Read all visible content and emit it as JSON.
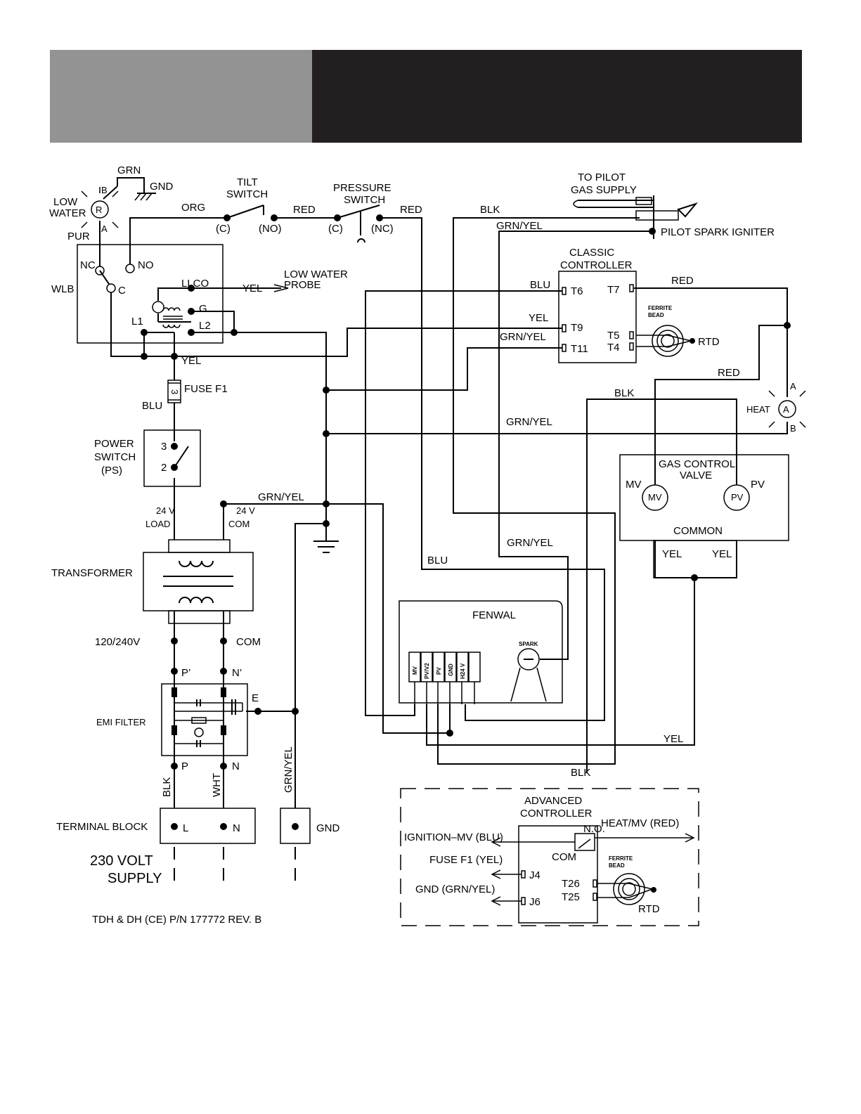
{
  "header": {
    "left_color": "#939393",
    "right_color": "#231f20"
  },
  "wires": {
    "grn": "GRN",
    "org": "ORG",
    "red": "RED",
    "blk": "BLK",
    "blu": "BLU",
    "yel": "YEL",
    "grn_yel": "GRN/YEL",
    "pur": "PUR",
    "wht": "WHT"
  },
  "terminals": {
    "c": "(C)",
    "no_p": "(NO)",
    "nc_p": "(NC)",
    "nc": "NC",
    "no": "NO",
    "c_bare": "C",
    "b": "B",
    "a": "A",
    "r": "R",
    "g": "G",
    "l1": "L1",
    "l2": "L2",
    "e": "E",
    "p_prime": "P’",
    "n_prime": "N’",
    "p": "P",
    "n": "N",
    "l": "L",
    "t4": "T4",
    "t5": "T5",
    "t6": "T6",
    "t7": "T7",
    "t9": "T9",
    "t11": "T11",
    "t25": "T25",
    "t26": "T26",
    "j4": "J4",
    "j6": "J6",
    "no_dot": "N.O.",
    "com": "COM",
    "three": "3",
    "two": "2",
    "fuse_num": "3"
  },
  "labels": {
    "gnd": "GND",
    "low_water_1": "LOW",
    "low_water_2": "WATER",
    "wlb": "WLB",
    "llco": "LLCO",
    "tilt_1": "TILT",
    "tilt_2": "SWITCH",
    "pressure_1": "PRESSURE",
    "pressure_2": "SWITCH",
    "pilot_gas_1": "TO PILOT",
    "pilot_gas_2": "GAS SUPPLY",
    "pilot_spark": "PILOT SPARK IGNITER",
    "lw_probe_1": "LOW WATER",
    "lw_probe_2": "PROBE",
    "classic_1": "CLASSIC",
    "classic_2": "CONTROLLER",
    "ferrite_1": "FERRITE",
    "ferrite_2": "BEAD",
    "rtd": "RTD",
    "heat": "HEAT",
    "fuse": "FUSE F1",
    "power_1": "POWER",
    "power_2": "SWITCH",
    "power_3": "(PS)",
    "v24": "24 V",
    "load": "LOAD",
    "com": "COM",
    "transformer": "TRANSFORMER",
    "gas_valve_1": "GAS CONTROL",
    "gas_valve_2": "VALVE",
    "mv": "MV",
    "pv": "PV",
    "common": "COMMON",
    "fenwal": "FENWAL",
    "spark": "SPARK",
    "fenwal_pins": [
      "MV",
      "PV/V2",
      "PV",
      "GND",
      "H24 V"
    ],
    "volt": "120/240V",
    "emi": "EMI FILTER",
    "terminal_block": "TERMINAL BLOCK",
    "supply_1": "230 VOLT",
    "supply_2": "SUPPLY",
    "part_number": "TDH & DH (CE) P/N 177772 REV. B",
    "advanced_1": "ADVANCED",
    "advanced_2": "CONTROLLER",
    "ignition": "IGNITION–MV (BLU)",
    "heat_mv": "HEAT/MV (RED)",
    "fuse_yel": "FUSE F1 (YEL)",
    "gnd_grnyel": "GND (GRN/YEL)"
  }
}
